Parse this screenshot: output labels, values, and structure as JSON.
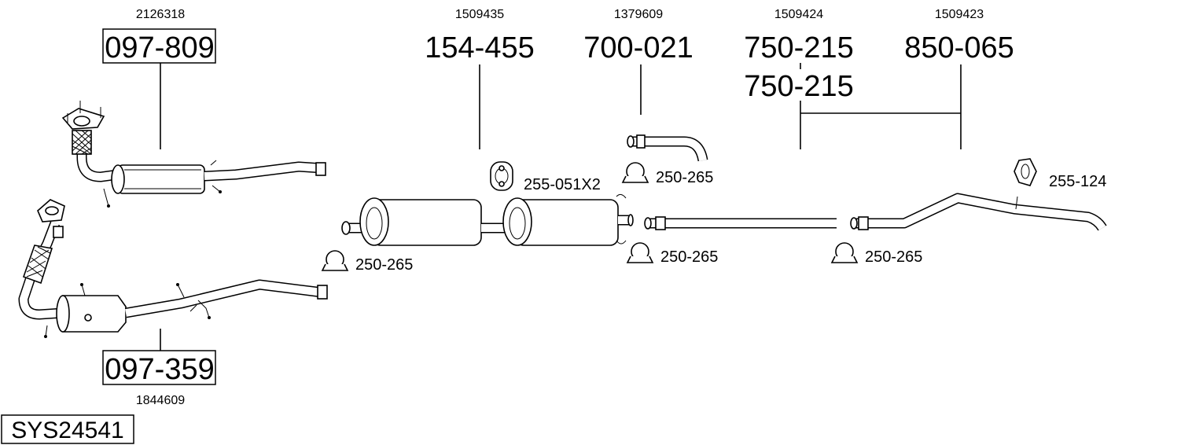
{
  "labels": {
    "ref_2126318": "2126318",
    "ref_1509435": "1509435",
    "ref_1379609": "1379609",
    "ref_1509424": "1509424",
    "ref_1509423": "1509423",
    "ref_1844609": "1844609",
    "pn_097_809": "097-809",
    "pn_097_359": "097-359",
    "pn_154_455": "154-455",
    "pn_700_021": "700-021",
    "pn_750_215_a": "750-215",
    "pn_750_215_b": "750-215",
    "pn_850_065": "850-065",
    "hanger_a": "255-051X2",
    "hanger_b": "255-124",
    "clamp_1": "250-265",
    "clamp_2": "250-265",
    "clamp_3": "250-265",
    "clamp_4": "250-265",
    "system_id": "SYS24541"
  },
  "icons": {
    "clamp": "u-bolt-clamp-icon",
    "hanger": "rubber-hanger-icon"
  },
  "colors": {
    "ink": "#000000",
    "background": "#ffffff"
  }
}
